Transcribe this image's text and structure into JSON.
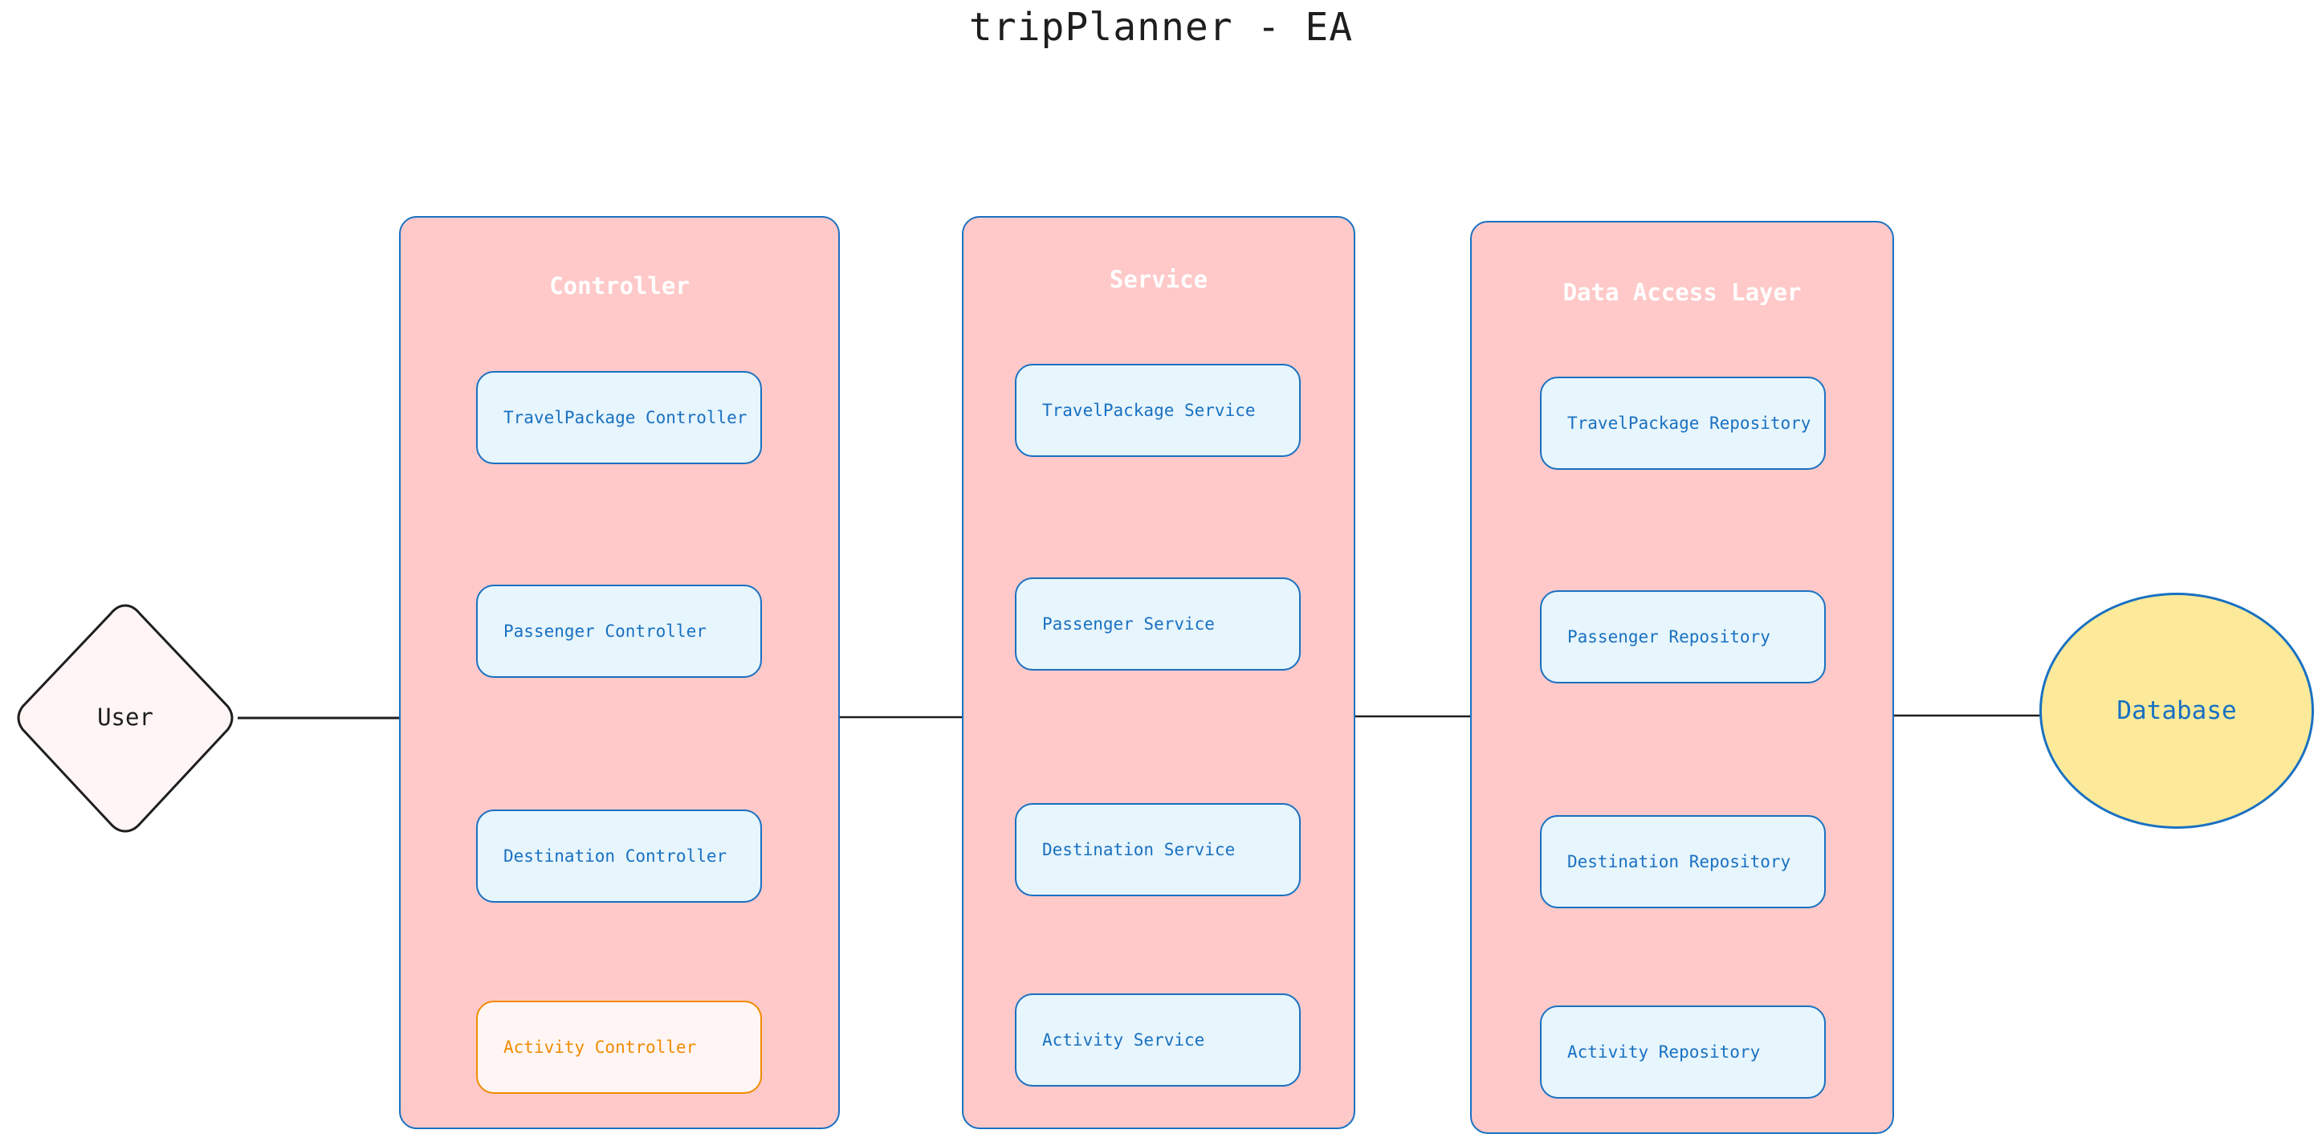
{
  "title": "tripPlanner - EA",
  "actor": {
    "label": "User"
  },
  "layers": [
    {
      "title": "Controller",
      "components": [
        "TravelPackage Controller",
        "Passenger Controller",
        "Destination Controller",
        "Activity Controller"
      ],
      "highlighted": "Activity Controller"
    },
    {
      "title": "Service",
      "components": [
        "TravelPackage Service",
        "Passenger Service",
        "Destination Service",
        "Activity Service"
      ]
    },
    {
      "title": "Data Access Layer",
      "components": [
        "TravelPackage Repository",
        "Passenger Repository",
        "Destination Repository",
        "Activity Repository"
      ]
    }
  ],
  "datastore": {
    "label": "Database"
  },
  "connections": [
    {
      "from": "User",
      "to": "Controller"
    },
    {
      "from": "Controller",
      "to": "Service"
    },
    {
      "from": "Service",
      "to": "Data Access Layer"
    },
    {
      "from": "Data Access Layer",
      "to": "Database"
    }
  ],
  "colors": {
    "layer_fill": "#ffc9c9",
    "stroke_blue": "#1971c2",
    "component_fill": "#e7f5fc",
    "highlight_stroke": "#f08c00",
    "highlight_fill": "#fff5f5",
    "database_fill": "#fcea9a",
    "actor_fill": "#fff5f5"
  }
}
